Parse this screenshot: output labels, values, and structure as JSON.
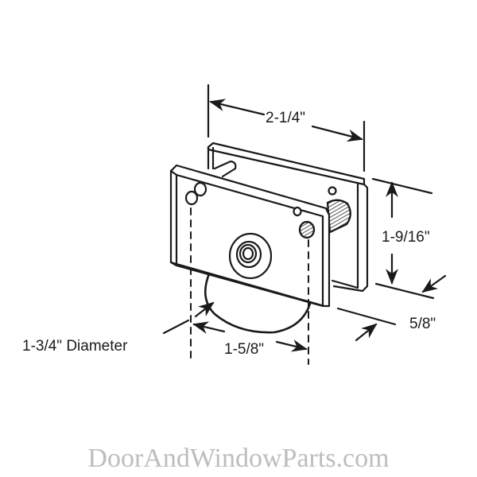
{
  "diagram": {
    "subject": "Sliding door roller assembly",
    "dimensions": {
      "width": "2-1/4\"",
      "height": "1-9/16\"",
      "depth": "5/8\"",
      "wheel_diameter": "1-3/4\" Diameter",
      "hole_spacing": "1-5/8\""
    },
    "colors": {
      "line": "#1a1a1a",
      "background": "#ffffff",
      "watermark": "#bdbdbd"
    }
  },
  "watermark": {
    "text": "DoorAndWindowParts.com"
  }
}
